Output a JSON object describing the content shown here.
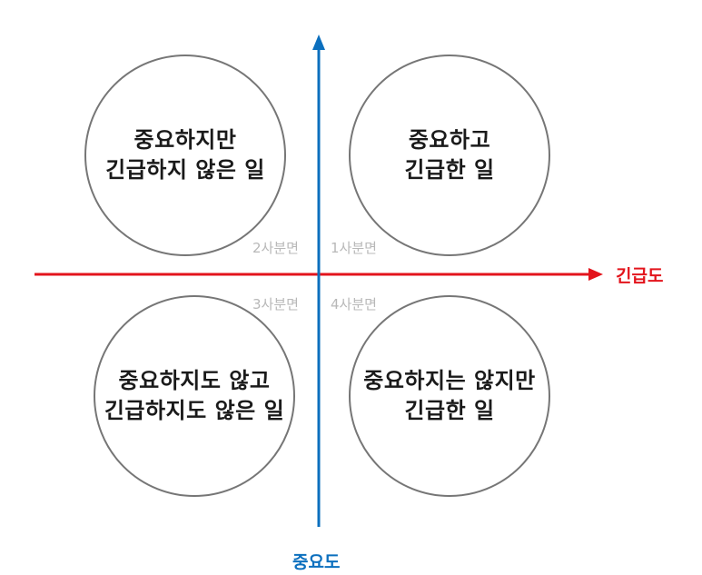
{
  "colors": {
    "horizontal_axis": "#e3141c",
    "vertical_axis": "#0b6fbe",
    "circle_border": "#767676",
    "quadrant_label": "#b8b8b8"
  },
  "axes": {
    "horizontal_label": "긴급도",
    "vertical_label": "중요도"
  },
  "quadrants": {
    "q1": {
      "label": "1사분면",
      "line1": "중요하고",
      "line2": "긴급한 일"
    },
    "q2": {
      "label": "2사분면",
      "line1": "중요하지만",
      "line2": "긴급하지 않은 일"
    },
    "q3": {
      "label": "3사분면",
      "line1": "중요하지도 않고",
      "line2": "긴급하지도 않은 일"
    },
    "q4": {
      "label": "4사분면",
      "line1": "중요하지는 않지만",
      "line2": "긴급한 일"
    }
  }
}
